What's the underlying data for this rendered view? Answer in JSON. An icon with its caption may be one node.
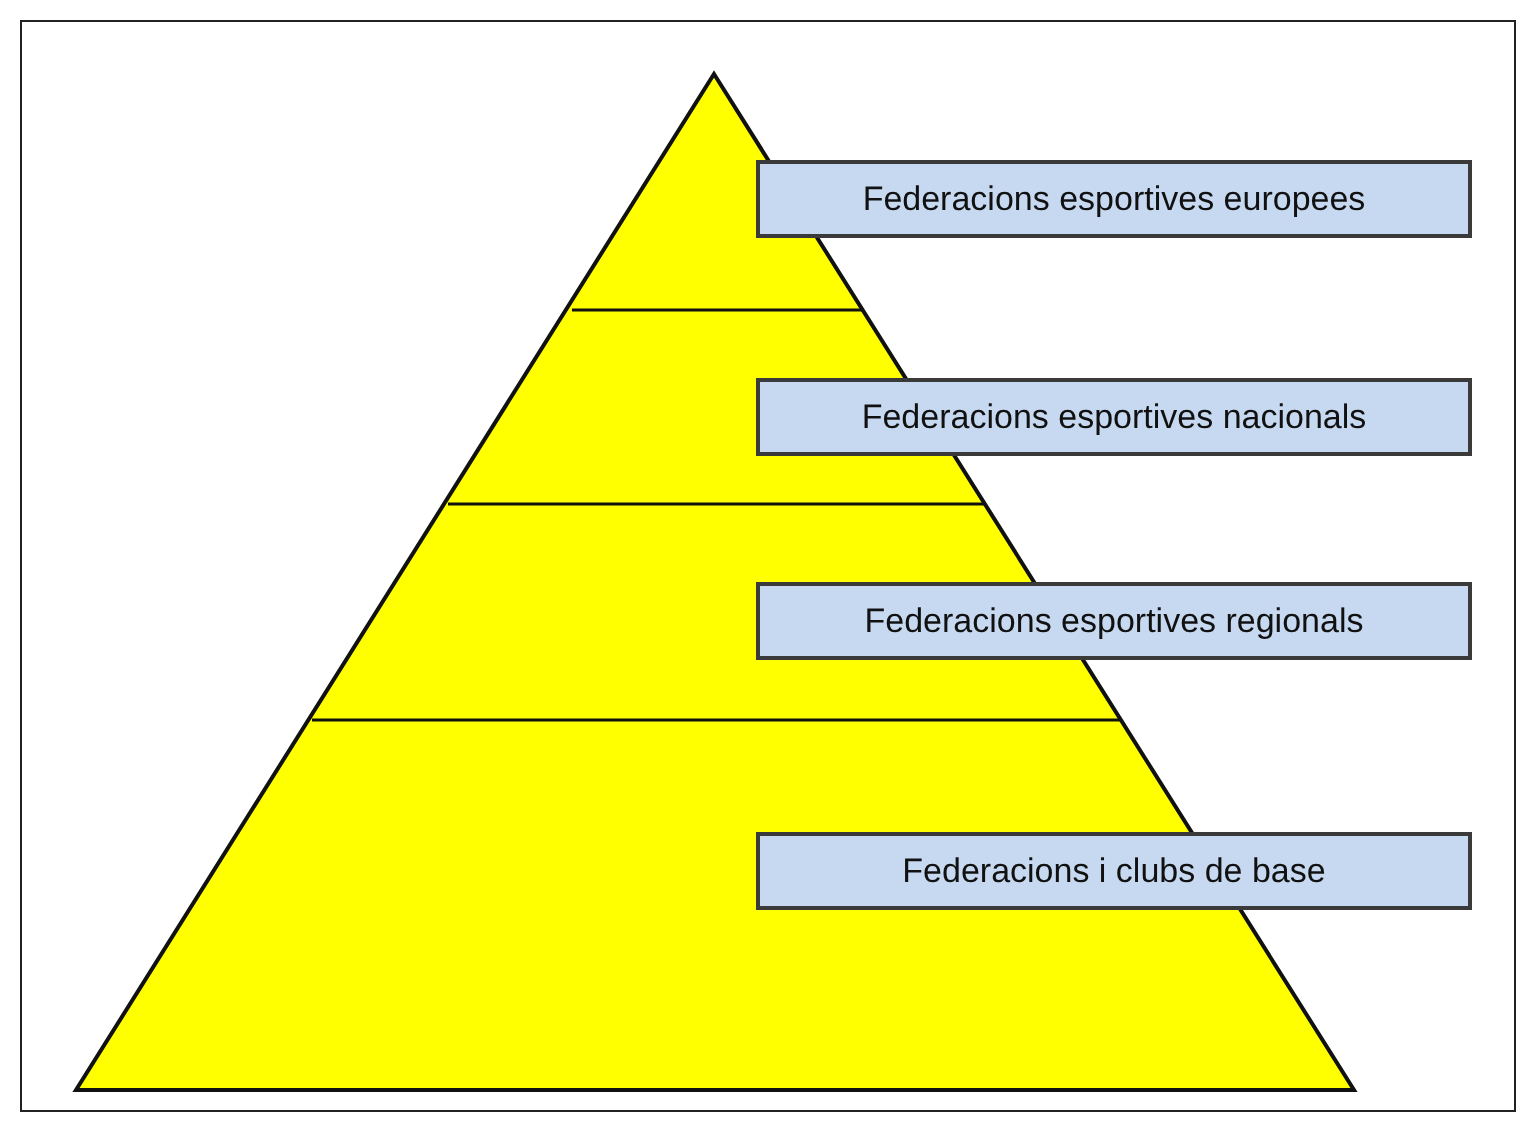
{
  "diagram": {
    "nodes": [
      {
        "text": [
          "Federacions esportives europees"
        ]
      },
      {
        "text": [
          "Federacions esportives nacionals"
        ]
      },
      {
        "text": [
          "Federacions esportives regionals"
        ]
      },
      {
        "text": [
          "Federacions i clubs de base"
        ]
      }
    ]
  }
}
